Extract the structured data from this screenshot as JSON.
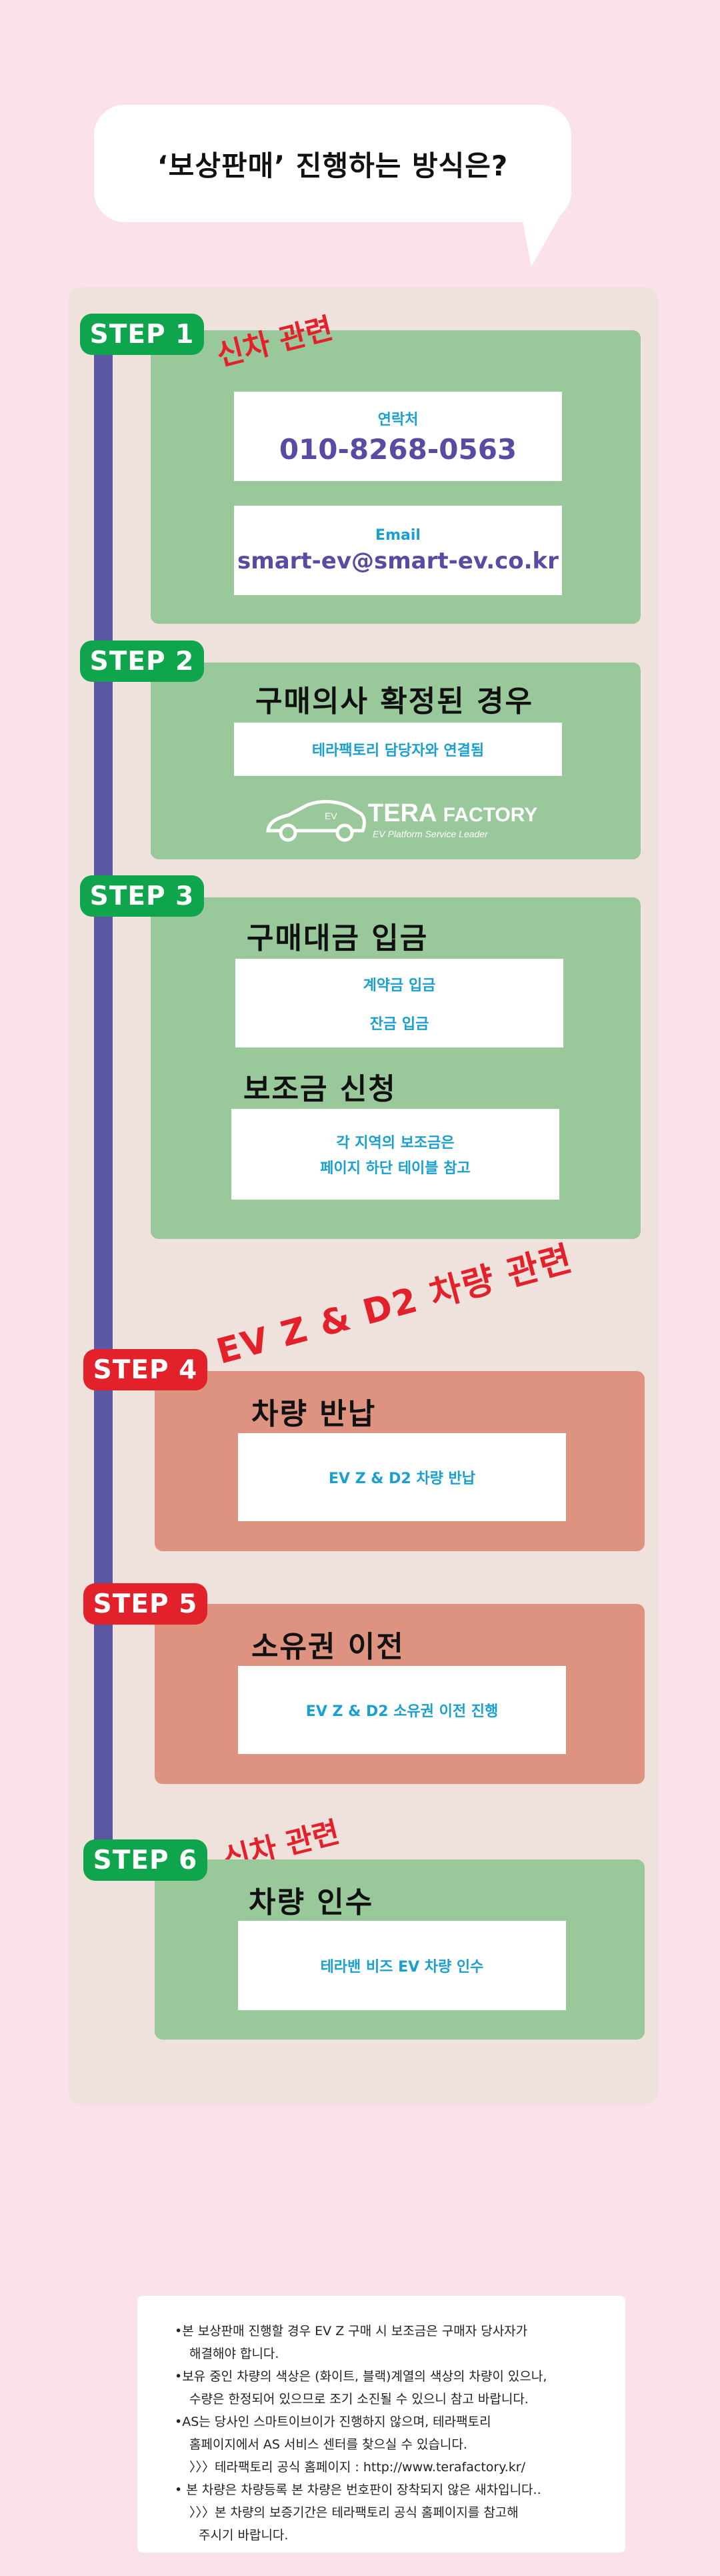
{
  "header": {
    "question": "‘보상판매’  진행하는 방식은?"
  },
  "tags": {
    "new_car": "신차 관련",
    "evz_d2": "EV Z & D2 차량 관련",
    "new_car_2": "신차 관련"
  },
  "step1": {
    "badge": "STEP 1",
    "contact_label": "연락처",
    "contact_value": "010-8268-0563",
    "email_label": "Email",
    "email_value": "smart-ev@smart-ev.co.kr"
  },
  "step2": {
    "badge": "STEP 2",
    "heading": "구매의사 확정된 경우",
    "box_text": "테라팩토리 담당자와 연결됨",
    "logo": {
      "ev": "EV",
      "brand": "TERA",
      "brand2": "FACTORY",
      "tagline": "EV Platform Service Leader"
    }
  },
  "step3": {
    "badge": "STEP 3",
    "heading": "구매대금 입금",
    "box_line1": "계약금 입금",
    "box_line2": "잔금 입금",
    "heading2": "보조금 신청",
    "box2_line1": "각 지역의 보조금은",
    "box2_line2": "페이지 하단 테이블 참고"
  },
  "step4": {
    "badge": "STEP 4",
    "heading": "차량 반납",
    "box_text": "EV Z & D2 차량 반납"
  },
  "step5": {
    "badge": "STEP 5",
    "heading": "소유권 이전",
    "box_text": "EV Z & D2 소유권 이전 진행"
  },
  "step6": {
    "badge": "STEP 6",
    "heading": "차량 인수",
    "box_text": "테라밴 비즈 EV 차량 인수"
  },
  "notes": [
    "•본 보상판매 진행할 경우 EV Z 구매 시 보조금은 구매자 당사자가",
    "해결해야 합니다.",
    "•보유 중인 차량의 색상은 (화이트, 블랙)계열의 색상의 차량이 있으나,",
    "수량은 한정되어 있으므로 조기 소진될 수 있으니 참고 바랍니다.",
    "•AS는 당사인 스마트이브이가 진행하지 않으며, 테라팩토리",
    "홈페이지에서 AS 서비스 센터를 찾으실 수 있습니다.",
    "〉〉〉테라팩토리 공식 홈페이지 : http://www.terafactory.kr/",
    "• 본 차량은 차량등록  본 차량은 번호판이 장착되지 않은 새차입니다..",
    "〉〉〉본 차량의 보증기간은 테라팩토리 공식 홈페이지를 참고해",
    "주시기 바랍니다."
  ],
  "colors": {
    "background": "#fbe1ea",
    "green_card": "#99c89b",
    "salmon_card": "#de9381",
    "green_badge": "#0ea54d",
    "red_badge": "#e3212a",
    "timeline": "#5b57a3"
  }
}
